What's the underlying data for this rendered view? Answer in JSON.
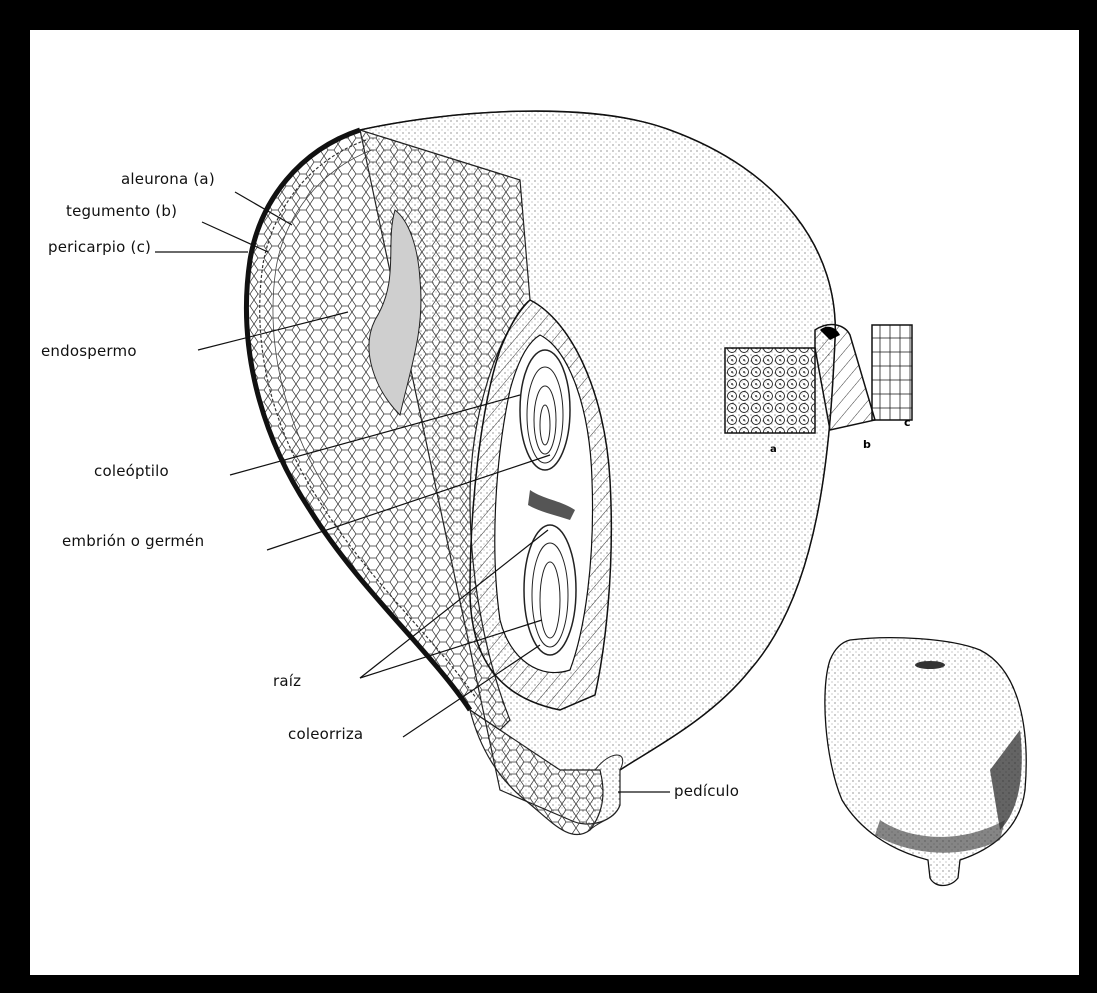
{
  "labels": {
    "aleurona": "aleurona (a)",
    "tegumento": "tegumento (b)",
    "pericarpio": "pericarpio (c)",
    "endospermo": "endospermo",
    "coleoptilo": "coleóptilo",
    "embrion": "embrión o germén",
    "raiz": "raíz",
    "coleorriza": "coleorriza",
    "pediculo": "pedículo"
  },
  "inset_labels": {
    "a": "a",
    "b": "b",
    "c": "c"
  },
  "colors": {
    "frame": "#000000",
    "background": "#ffffff",
    "ink": "#111111"
  }
}
